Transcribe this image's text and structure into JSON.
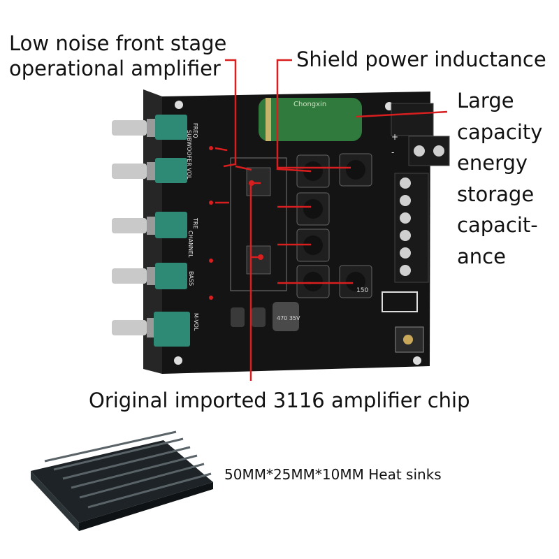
{
  "labels": {
    "front_stage_line1": "Low noise front stage",
    "front_stage_line2": "operational amplifier",
    "shield": "Shield power inductance",
    "capacitance_lines": [
      "Large",
      "capacity",
      "energy",
      "storage",
      "capacit-",
      "ance"
    ],
    "chip": "Original imported 3116 amplifier chip",
    "heatsink": "50MM*25MM*10MM Heat sinks"
  },
  "board_text": {
    "freq_label": "FREQ",
    "subwoofer_label": "SUBWOOFER VOL",
    "tre_label": "TRE",
    "channel_label": "CHANNEL",
    "bass_label": "BASS",
    "mvol_label": "M-VOL",
    "capacitor_label": "470 35V",
    "plus": "+",
    "minus": "-",
    "big_cap_brand": "Chongxin",
    "inductor_code": "150"
  },
  "colors": {
    "pcb": "#141414",
    "bracket": "#262626",
    "knob": "#c9c9c9",
    "pot_body": "#2e8a74",
    "big_cap": "#2f7a3c",
    "annotation_red": "#d81e1e",
    "heatsink": "#1d2326"
  }
}
